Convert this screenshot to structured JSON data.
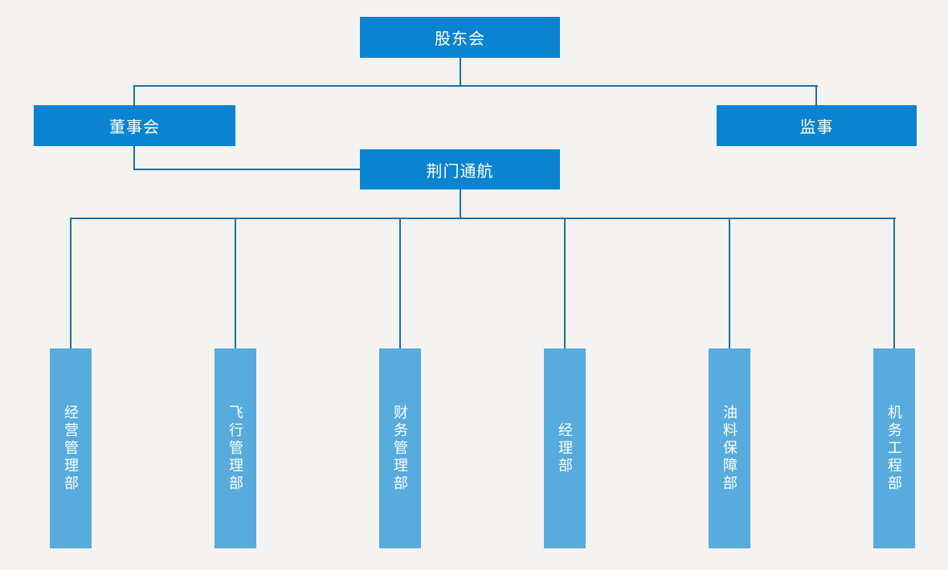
{
  "diagram": {
    "type": "org-chart",
    "nodes": {
      "shareholders": {
        "label": "股东会"
      },
      "board": {
        "label": "董事会"
      },
      "supervisor": {
        "label": "监事"
      },
      "company": {
        "label": "荆门通航"
      },
      "departments": [
        {
          "label": "经营管理部"
        },
        {
          "label": "飞行管理部"
        },
        {
          "label": "财务管理部"
        },
        {
          "label": "经理部"
        },
        {
          "label": "油料保障部"
        },
        {
          "label": "机务工程部"
        }
      ]
    }
  },
  "colors": {
    "primary_box": "#0a84d0",
    "department_box": "#57abdd",
    "connector_line": "#20709f",
    "background": "#f4f3f1",
    "text": "#ffffff"
  }
}
